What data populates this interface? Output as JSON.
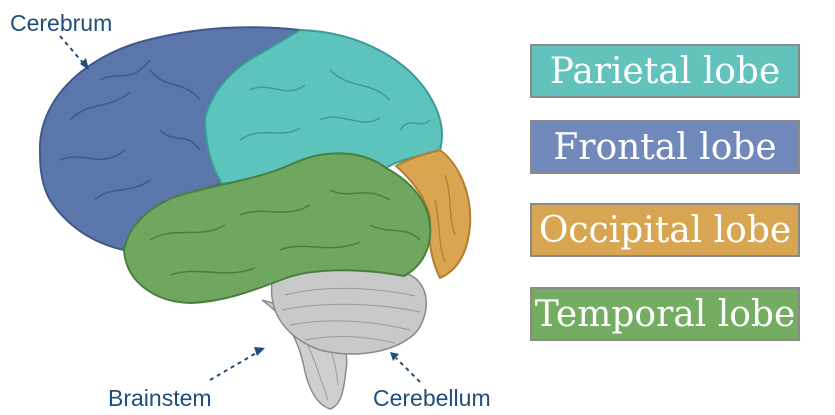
{
  "labels": {
    "cerebrum": "Cerebrum",
    "brainstem": "Brainstem",
    "cerebellum": "Cerebellum"
  },
  "legend": [
    {
      "label": "Parietal lobe",
      "color": "#62c3bd"
    },
    {
      "label": "Frontal lobe",
      "color": "#7189ba"
    },
    {
      "label": "Occipital lobe",
      "color": "#d8a652"
    },
    {
      "label": "Temporal lobe",
      "color": "#74ac62"
    }
  ],
  "colors": {
    "callout_text": "#1f4e79",
    "frontal": "#5a76ab",
    "parietal": "#5cc3bd",
    "occipital": "#d9a551",
    "temporal": "#6fa660",
    "cerebellum": "#c9c9c9",
    "brainstem": "#cfcfcf"
  }
}
